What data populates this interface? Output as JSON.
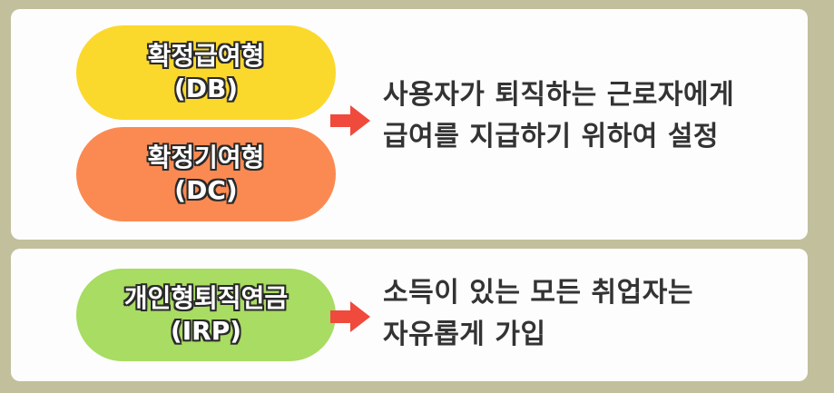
{
  "panels": {
    "top": {
      "db": {
        "line1": "확정급여형",
        "line2": "(DB)"
      },
      "dc": {
        "line1": "확정기여형",
        "line2": "(DC)"
      },
      "description": {
        "line1": "사용자가 퇴직하는 근로자에게",
        "line2": "급여를 지급하기 위하여 설정"
      }
    },
    "bottom": {
      "irp": {
        "line1": "개인형퇴직연금",
        "line2": "(IRP)"
      },
      "description": {
        "line1": "소득이 있는 모든 취업자는",
        "line2": "자유롭게 가입"
      }
    }
  },
  "colors": {
    "background": "#c2c09c",
    "db_pill": "#fbd82c",
    "dc_pill": "#fb8a52",
    "irp_pill": "#a8dc62",
    "arrow": "#ef4a3c"
  },
  "icons": {
    "arrow": "right-arrow-icon"
  }
}
